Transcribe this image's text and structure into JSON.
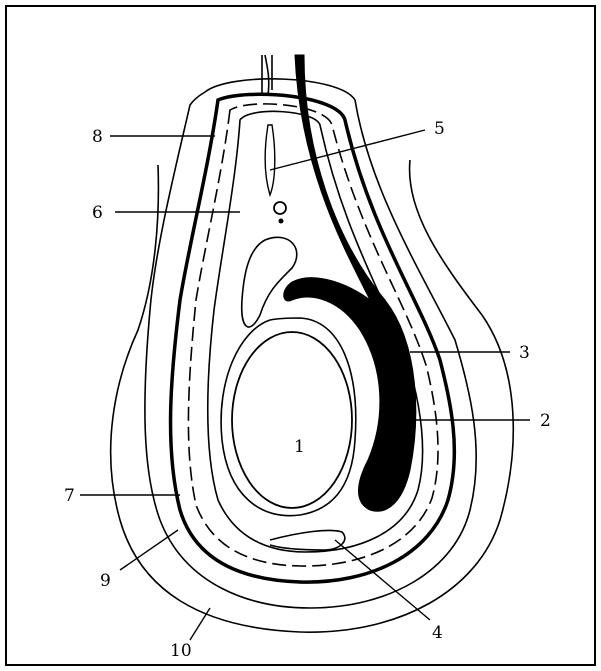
{
  "diagram": {
    "labels": {
      "l1": "1",
      "l2": "2",
      "l3": "3",
      "l4": "4",
      "l5": "5",
      "l6": "6",
      "l7": "7",
      "l8": "8",
      "l9": "9",
      "l10": "10"
    },
    "colors": {
      "stroke": "#000000",
      "background": "#ffffff"
    }
  }
}
